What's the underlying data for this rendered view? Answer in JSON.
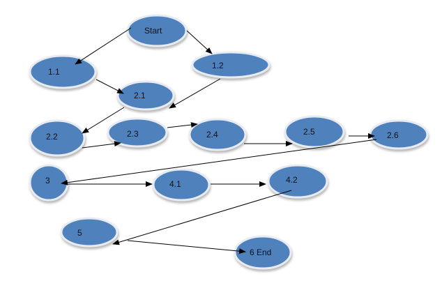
{
  "diagram": {
    "node_fill": "#4f81bd",
    "node_outline": "#e8ecf2",
    "nodes": [
      {
        "id": "start",
        "label": "Start"
      },
      {
        "id": "n1_1",
        "label": "1.1"
      },
      {
        "id": "n1_2",
        "label": "1.2"
      },
      {
        "id": "n2_1",
        "label": "2.1"
      },
      {
        "id": "n2_2",
        "label": "2.2"
      },
      {
        "id": "n2_3",
        "label": "2.3"
      },
      {
        "id": "n2_4",
        "label": "2.4"
      },
      {
        "id": "n2_5",
        "label": "2.5"
      },
      {
        "id": "n2_6",
        "label": "2.6"
      },
      {
        "id": "n3",
        "label": "3"
      },
      {
        "id": "n4_1",
        "label": "4.1"
      },
      {
        "id": "n4_2",
        "label": "4.2"
      },
      {
        "id": "n5",
        "label": "5"
      },
      {
        "id": "end",
        "label": "6 End"
      }
    ],
    "edges": [
      {
        "from": "start",
        "to": "n1_1"
      },
      {
        "from": "start",
        "to": "n1_2"
      },
      {
        "from": "n1_1",
        "to": "n2_1"
      },
      {
        "from": "n1_2",
        "to": "n2_1"
      },
      {
        "from": "n2_1",
        "to": "n2_2"
      },
      {
        "from": "n2_2",
        "to": "n2_3"
      },
      {
        "from": "n2_3",
        "to": "n2_4"
      },
      {
        "from": "n2_4",
        "to": "n2_5"
      },
      {
        "from": "n2_5",
        "to": "n2_6"
      },
      {
        "from": "n2_6",
        "to": "n3"
      },
      {
        "from": "n3",
        "to": "n4_1"
      },
      {
        "from": "n4_1",
        "to": "n4_2"
      },
      {
        "from": "n4_2",
        "to": "n5"
      },
      {
        "from": "n5",
        "to": "end"
      }
    ]
  }
}
